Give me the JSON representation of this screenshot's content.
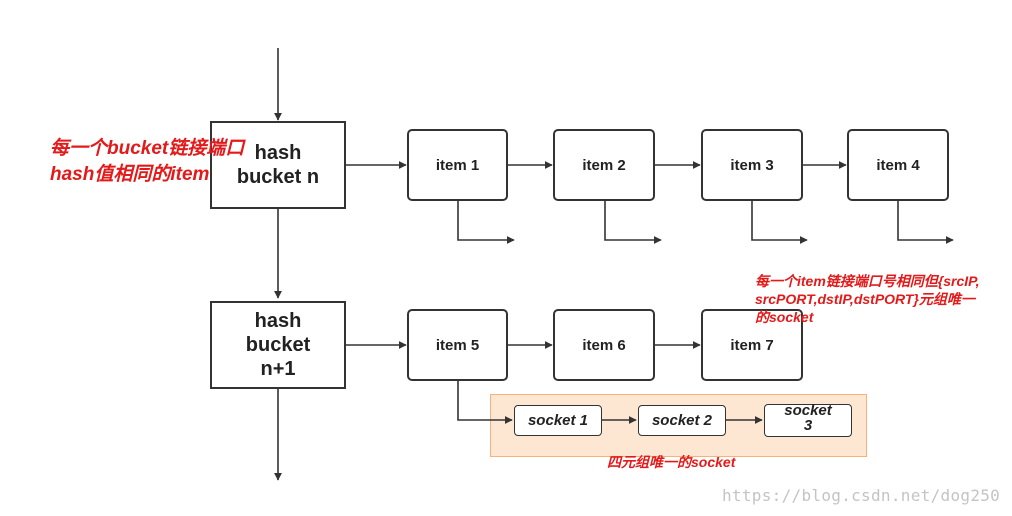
{
  "buckets": [
    {
      "label": "hash\nbucket n"
    },
    {
      "label": "hash\nbucket\nn+1"
    }
  ],
  "items": [
    "item 1",
    "item 2",
    "item 3",
    "item 4",
    "item 5",
    "item 6",
    "item 7"
  ],
  "sockets": [
    "socket 1",
    "socket 2",
    "socket\n3"
  ],
  "annotations": {
    "bucket_note": "每一个bucket链接端口hash值相同的item",
    "item_note": "每一个item链接端口号相同但{srcIP,srcPORT,dstIP,dstPORT}元组唯一的socket",
    "socket_note": "四元组唯一的socket"
  },
  "watermark": "https://blog.csdn.net/dog250",
  "colors": {
    "note": "#e41a1a",
    "socket_zone": "#fde7d3",
    "socket_zone_border": "#f6b27a",
    "line": "#333333"
  }
}
